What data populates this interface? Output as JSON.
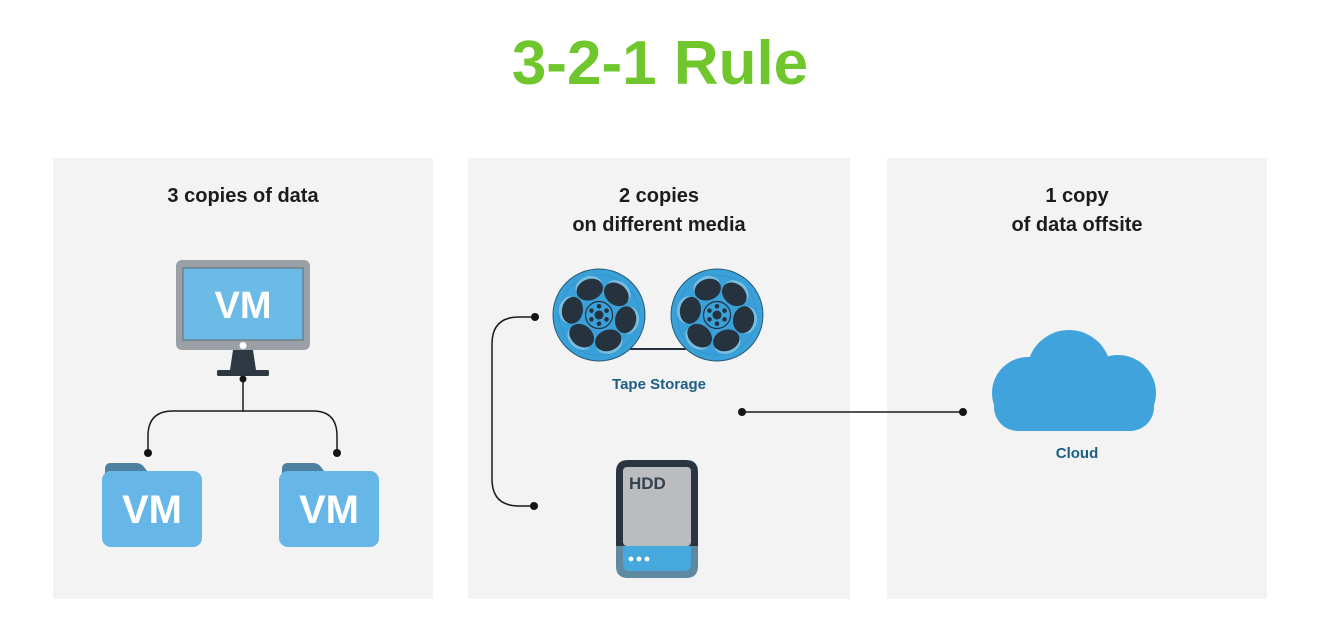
{
  "title": "3-2-1 Rule",
  "colors": {
    "title_green": "#6fc72d",
    "icon_blue": "#41a3dc",
    "label_blue": "#1c5e85",
    "panel_bg": "#f3f3f3",
    "dark_slate": "#2b3540",
    "connector_black": "#1a1a1a"
  },
  "panels": {
    "copies": {
      "heading": "3 copies of data",
      "monitor_label": "VM",
      "folder1_label": "VM",
      "folder2_label": "VM"
    },
    "media": {
      "heading_line1": "2 copies",
      "heading_line2": "on different media",
      "tape_label": "Tape Storage",
      "hdd_label": "HDD"
    },
    "offsite": {
      "heading_line1": "1 copy",
      "heading_line2": "of data offsite",
      "cloud_label": "Cloud"
    }
  }
}
